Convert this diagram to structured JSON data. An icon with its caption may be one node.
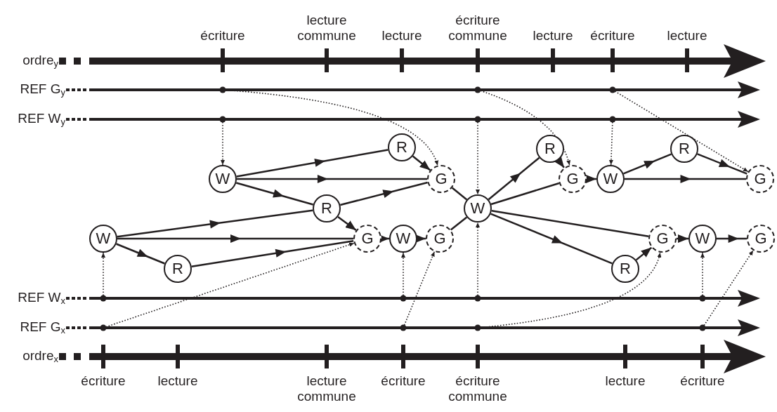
{
  "diagram": {
    "nodes": [
      {
        "text": [
          "W"
        ]
      },
      {
        "text": [
          "R"
        ]
      },
      {
        "text": [
          "G"
        ]
      },
      {
        "text": [
          "R"
        ]
      },
      {
        "text": [
          "W"
        ]
      },
      {
        "text": [
          "R"
        ]
      },
      {
        "text": [
          "G"
        ]
      },
      {
        "text": [
          "W"
        ]
      },
      {
        "text": [
          "G"
        ]
      },
      {
        "text": [
          "W"
        ]
      },
      {
        "text": [
          "R"
        ]
      },
      {
        "text": [
          "G"
        ]
      },
      {
        "text": [
          "W"
        ]
      },
      {
        "text": [
          "R"
        ]
      },
      {
        "text": [
          "G"
        ]
      },
      {
        "text": [
          "R"
        ]
      },
      {
        "text": [
          "G"
        ]
      },
      {
        "text": [
          "W"
        ]
      },
      {
        "text": [
          "G"
        ]
      }
    ],
    "edges": [
      {
        "from": 0,
        "to": 1,
        "arrow": "to"
      },
      {
        "from": 0,
        "to": 2,
        "arrow": "to"
      },
      {
        "from": 0,
        "to": 3,
        "arrow": "to"
      },
      {
        "from": 1,
        "to": 2,
        "arrow": "to"
      },
      {
        "from": 3,
        "to": 2,
        "arrow": "to"
      },
      {
        "from": 3,
        "to": 6,
        "arrow": "to"
      },
      {
        "from": 4,
        "to": 3,
        "arrow": "to"
      },
      {
        "from": 4,
        "to": 6,
        "arrow": "to"
      },
      {
        "from": 4,
        "to": 5,
        "arrow": "to"
      },
      {
        "from": 5,
        "to": 6,
        "arrow": "to"
      },
      {
        "from": 6,
        "to": 7,
        "arrow": "to"
      },
      {
        "from": 7,
        "to": 8,
        "arrow": "to"
      },
      {
        "from": 8,
        "to": 9,
        "arrow": "none"
      },
      {
        "from": 2,
        "to": 9,
        "arrow": "none"
      },
      {
        "from": 9,
        "to": 10,
        "arrow": "to"
      },
      {
        "from": 9,
        "to": 11,
        "arrow": "none"
      },
      {
        "from": 10,
        "to": 11,
        "arrow": "to"
      },
      {
        "from": 11,
        "to": 12,
        "arrow": "to"
      },
      {
        "from": 12,
        "to": 13,
        "arrow": "to"
      },
      {
        "from": 12,
        "to": 14,
        "arrow": "to"
      },
      {
        "from": 13,
        "to": 14,
        "arrow": "to"
      },
      {
        "from": 9,
        "to": 15,
        "arrow": "to"
      },
      {
        "from": 9,
        "to": 16,
        "arrow": "none"
      },
      {
        "from": 15,
        "to": 16,
        "arrow": "to"
      },
      {
        "from": 16,
        "to": 17,
        "arrow": "to"
      },
      {
        "from": 17,
        "to": 18,
        "arrow": "to"
      },
      {
        "from": null,
        "to": 0,
        "arrow": "to",
        "style": "dashed"
      },
      {
        "from": null,
        "to": 2,
        "arrow": "to",
        "style": "dashed"
      },
      {
        "from": null,
        "to": 9,
        "arrow": "to",
        "style": "dashed"
      },
      {
        "from": null,
        "to": 11,
        "arrow": "to",
        "style": "dashed"
      },
      {
        "from": null,
        "to": 12,
        "arrow": "to",
        "style": "dashed"
      },
      {
        "from": null,
        "to": 14,
        "arrow": "to",
        "style": "dashed"
      },
      {
        "from": null,
        "to": 4,
        "arrow": "to",
        "style": "dashed"
      },
      {
        "from": null,
        "to": 6,
        "arrow": "to",
        "style": "dashed"
      },
      {
        "from": null,
        "to": 7,
        "arrow": "to",
        "style": "dashed"
      },
      {
        "from": null,
        "to": 8,
        "arrow": "to",
        "style": "dashed"
      },
      {
        "from": null,
        "to": 9,
        "arrow": "to",
        "style": "dashed"
      },
      {
        "from": null,
        "to": 16,
        "arrow": "to",
        "style": "dashed"
      },
      {
        "from": null,
        "to": 17,
        "arrow": "to",
        "style": "dashed"
      },
      {
        "from": null,
        "to": 18,
        "arrow": "to",
        "style": "dashed"
      }
    ],
    "labels": [
      "écriture",
      "lecture commune",
      "lecture",
      "écriture commune",
      "lecture",
      "écriture",
      "lecture",
      "ordre$_{y}$",
      "REF G$_{y}$",
      "REF W$_{y}$",
      "REF W$_{x}$",
      "REF G$_{x}$",
      "ordre$_{x}$",
      "écriture",
      "lecture",
      "lecture commune",
      "écriture",
      "écriture commune",
      "lecture",
      "écriture"
    ]
  }
}
